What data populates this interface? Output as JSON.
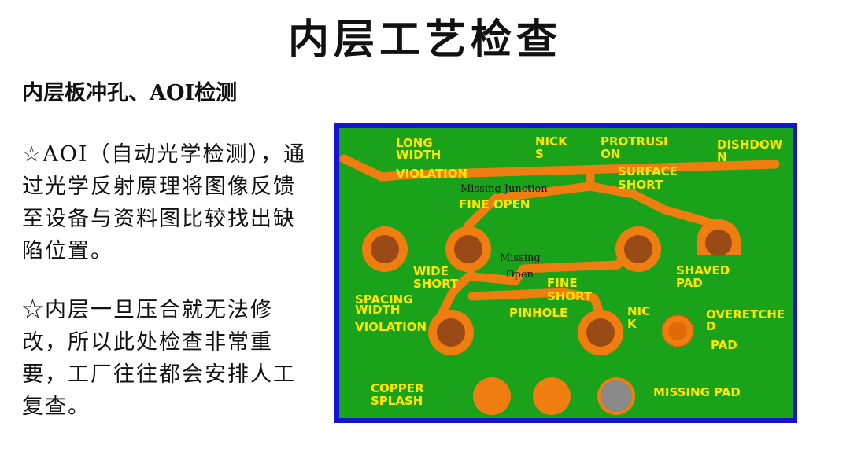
{
  "title": "内层工艺检查",
  "subtitle": "内层板冲孔、AOI检测",
  "para1": "☆AOI（自动光学检测），通过光学反射原理将图像反馈至设备与资料图比较找出缺陷位置。",
  "para2": "☆内层一旦压合就无法修改，所以此处检查非常重要，工厂往往都会安排人工复查。",
  "pcb": {
    "labels": {
      "long_width_1": "LONG",
      "long_width_2": "WIDTH",
      "violation_top": "VIOLATION",
      "nicks_1": "NICK",
      "nicks_2": "S",
      "protrusion_1": "PROTRUSI",
      "protrusion_2": "ON",
      "dishdown_1": "DISHDOW",
      "dishdown_2": "N",
      "surface_short_1": "SURFACE",
      "surface_short_2": "SHORT",
      "missing_junction": "Missing Junction",
      "fine_open": "FINE OPEN",
      "missing_open_1": "Missing",
      "missing_open_2": "Open",
      "wide_short_1": "WIDE",
      "wide_short_2": "SHORT",
      "fine_short_1": "FINE",
      "fine_short_2": "SHORT",
      "shaved_pad_1": "SHAVED",
      "shaved_pad_2": "PAD",
      "spacing_width_1": "SPACING",
      "spacing_width_2": "WIDTH",
      "violation_left": "VIOLATION",
      "pinhole": "PINHOLE",
      "nick_1": "NIC",
      "nick_2": "K",
      "overetched_1": "OVERETCHE",
      "overetched_2": "D",
      "pad": "PAD",
      "copper_splash_1": "COPPER",
      "copper_splash_2": "SPLASH",
      "missing_pad": "MISSING PAD"
    },
    "colors": {
      "board": "#1aa31a",
      "border": "#1414d2",
      "copper": "#f07d10",
      "copper_dark": "#9a4a16",
      "label": "#ffe600"
    }
  }
}
